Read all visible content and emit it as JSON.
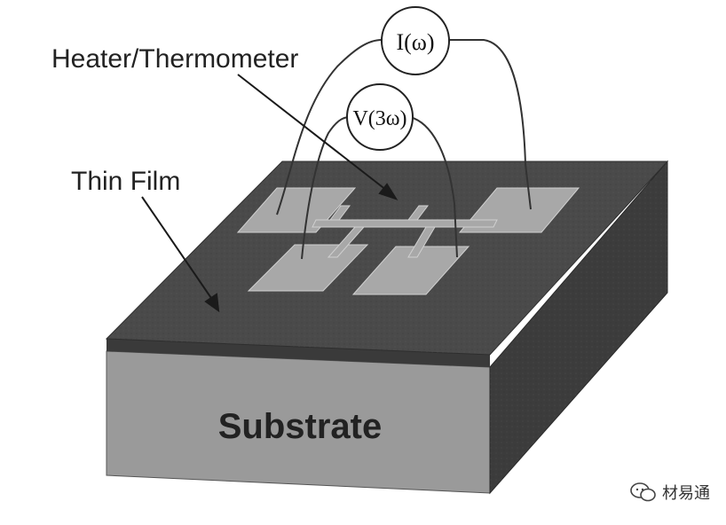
{
  "labels": {
    "heater": "Heater/Thermometer",
    "thin_film": "Thin Film",
    "substrate": "Substrate",
    "current": "I(ω)",
    "voltage": "V(3ω)"
  },
  "watermark": {
    "text": "材易通",
    "icon": "wechat-icon"
  },
  "colors": {
    "film_top": "#4a4a4a",
    "film_front": "#3a3a3a",
    "substrate_front": "#9a9a9a",
    "substrate_side": "#3c3c3c",
    "pads": "#a8a8a8",
    "wires": "#333333"
  }
}
